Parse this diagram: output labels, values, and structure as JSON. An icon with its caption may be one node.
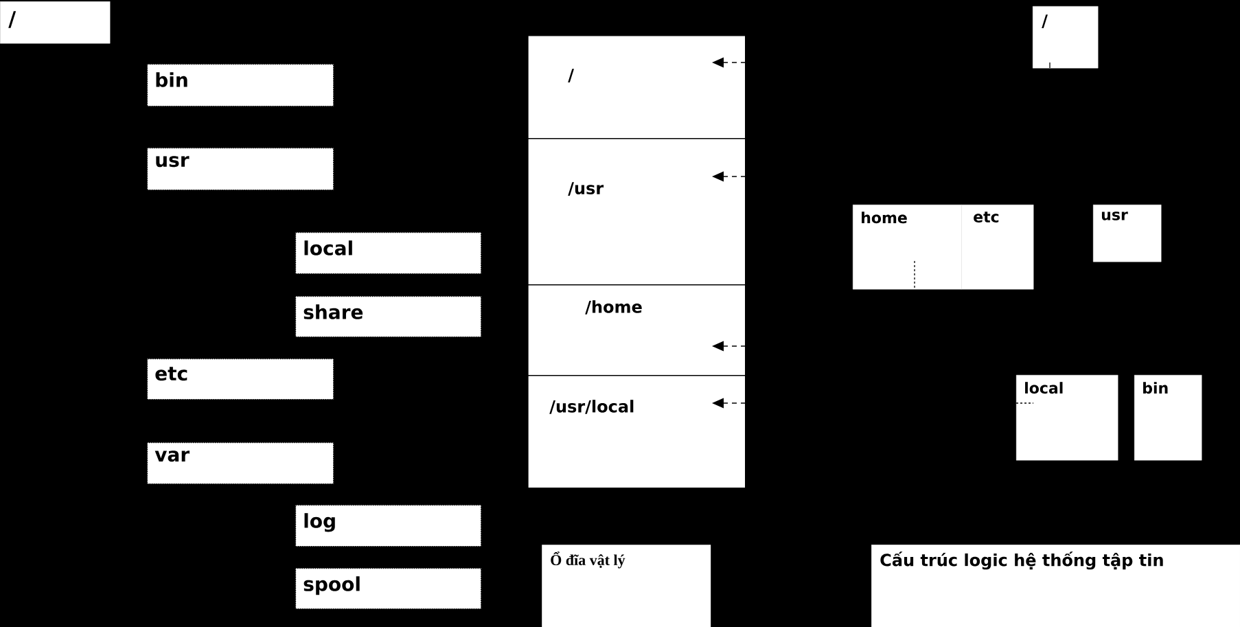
{
  "diagram": {
    "nodes": [
      {
        "text": [
          "/"
        ]
      },
      {
        "text": [
          "bin"
        ]
      },
      {
        "text": [
          "usr"
        ]
      },
      {
        "text": [
          "local"
        ]
      },
      {
        "text": [
          "share"
        ]
      },
      {
        "text": [
          "etc"
        ]
      },
      {
        "text": [
          "var"
        ]
      },
      {
        "text": [
          "log"
        ]
      },
      {
        "text": [
          "spool"
        ]
      },
      {
        "text": [
          "/"
        ]
      },
      {
        "text": [
          "/usr"
        ]
      },
      {
        "text": [
          "/home"
        ]
      },
      {
        "text": [
          "/usr/local"
        ]
      },
      {
        "text": [
          "/"
        ]
      },
      {
        "text": [
          "home"
        ]
      },
      {
        "text": [
          "etc"
        ]
      },
      {
        "text": [
          "usr"
        ]
      },
      {
        "text": [
          "local"
        ]
      },
      {
        "text": [
          "bin"
        ]
      },
      {
        "text": [
          "Ổ đĩa vật lý"
        ]
      },
      {
        "text": [
          "Cấu trúc logic hệ thống tập tin"
        ]
      }
    ],
    "edges": [
      {
        "from": null,
        "to": 9,
        "arrow": "to",
        "style": "dashed"
      },
      {
        "from": null,
        "to": 10,
        "arrow": "to",
        "style": "dashed"
      },
      {
        "from": null,
        "to": 11,
        "arrow": "to",
        "style": "dashed"
      },
      {
        "from": null,
        "to": 12,
        "arrow": "to",
        "style": "dashed"
      }
    ]
  }
}
